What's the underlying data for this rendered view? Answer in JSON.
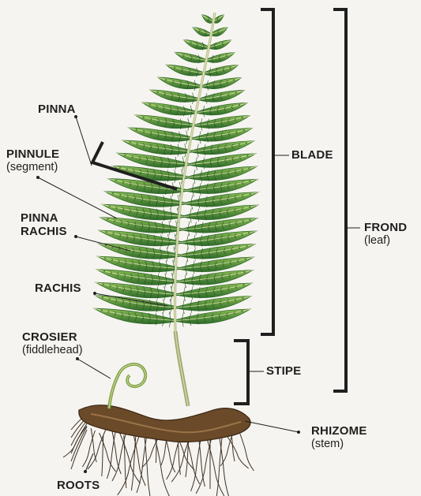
{
  "labels": {
    "pinna": "PINNA",
    "pinnule": "PINNULE",
    "pinnule_sub": "(segment)",
    "pinna_rachis_1": "PINNA",
    "pinna_rachis_2": "RACHIS",
    "rachis": "RACHIS",
    "crosier": "CROSIER",
    "crosier_sub": "(fiddlehead)",
    "roots": "ROOTS",
    "blade": "BLADE",
    "stipe": "STIPE",
    "frond": "FROND",
    "frond_sub": "(leaf)",
    "rhizome": "RHIZOME",
    "rhizome_sub": "(stem)"
  },
  "colors": {
    "leaf_dark": "#2f6b2a",
    "leaf_light": "#7fb04a",
    "stem": "#a8b27a",
    "rhizome": "#6b4a2a",
    "root": "#4a3a2a",
    "bracket": "#1f1f1f"
  }
}
